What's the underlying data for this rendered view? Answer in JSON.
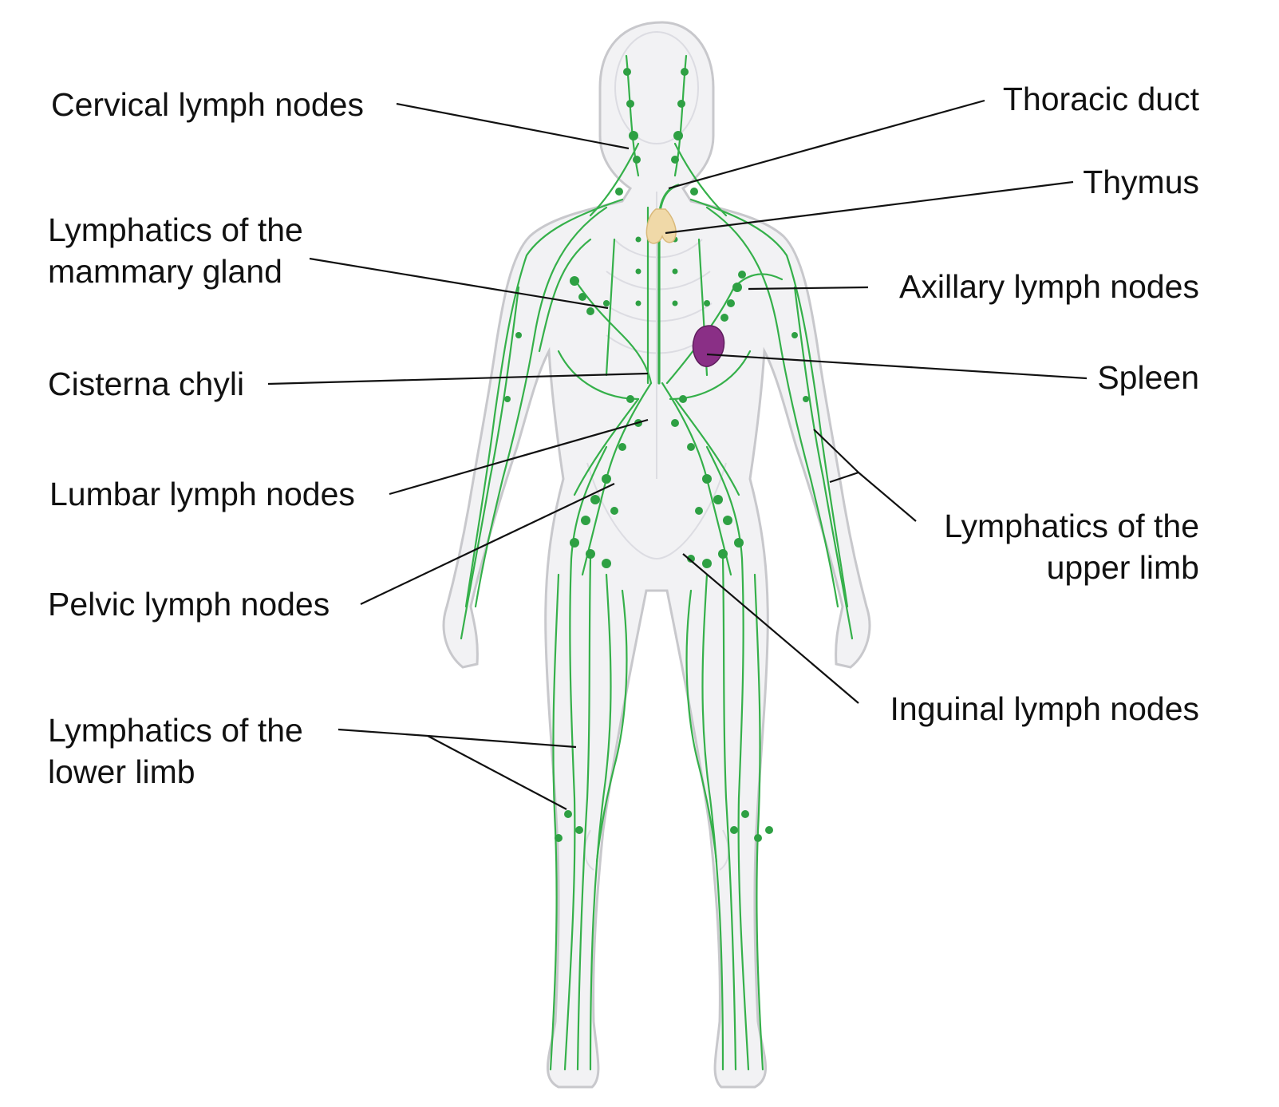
{
  "colors": {
    "lymph": "#35b04a",
    "node": "#2ea043",
    "body_fill": "#f2f2f4",
    "body_stroke": "#c8c8cc",
    "thymus": "#f0d9a8",
    "spleen": "#8a2f86",
    "leader": "#111111"
  },
  "labels": {
    "cervical": "Cervical lymph nodes",
    "thoracic": "Thoracic duct",
    "thymus": "Thymus",
    "mammary_1": "Lymphatics of the",
    "mammary_2": "mammary gland",
    "axillary": "Axillary lymph nodes",
    "spleen": "Spleen",
    "cisterna": "Cisterna chyli",
    "lumbar": "Lumbar lymph nodes",
    "upper_limb_1": "Lymphatics of the",
    "upper_limb_2": "upper limb",
    "pelvic": "Pelvic lymph nodes",
    "inguinal": "Inguinal lymph nodes",
    "lower_limb_1": "Lymphatics of the",
    "lower_limb_2": "lower limb"
  }
}
